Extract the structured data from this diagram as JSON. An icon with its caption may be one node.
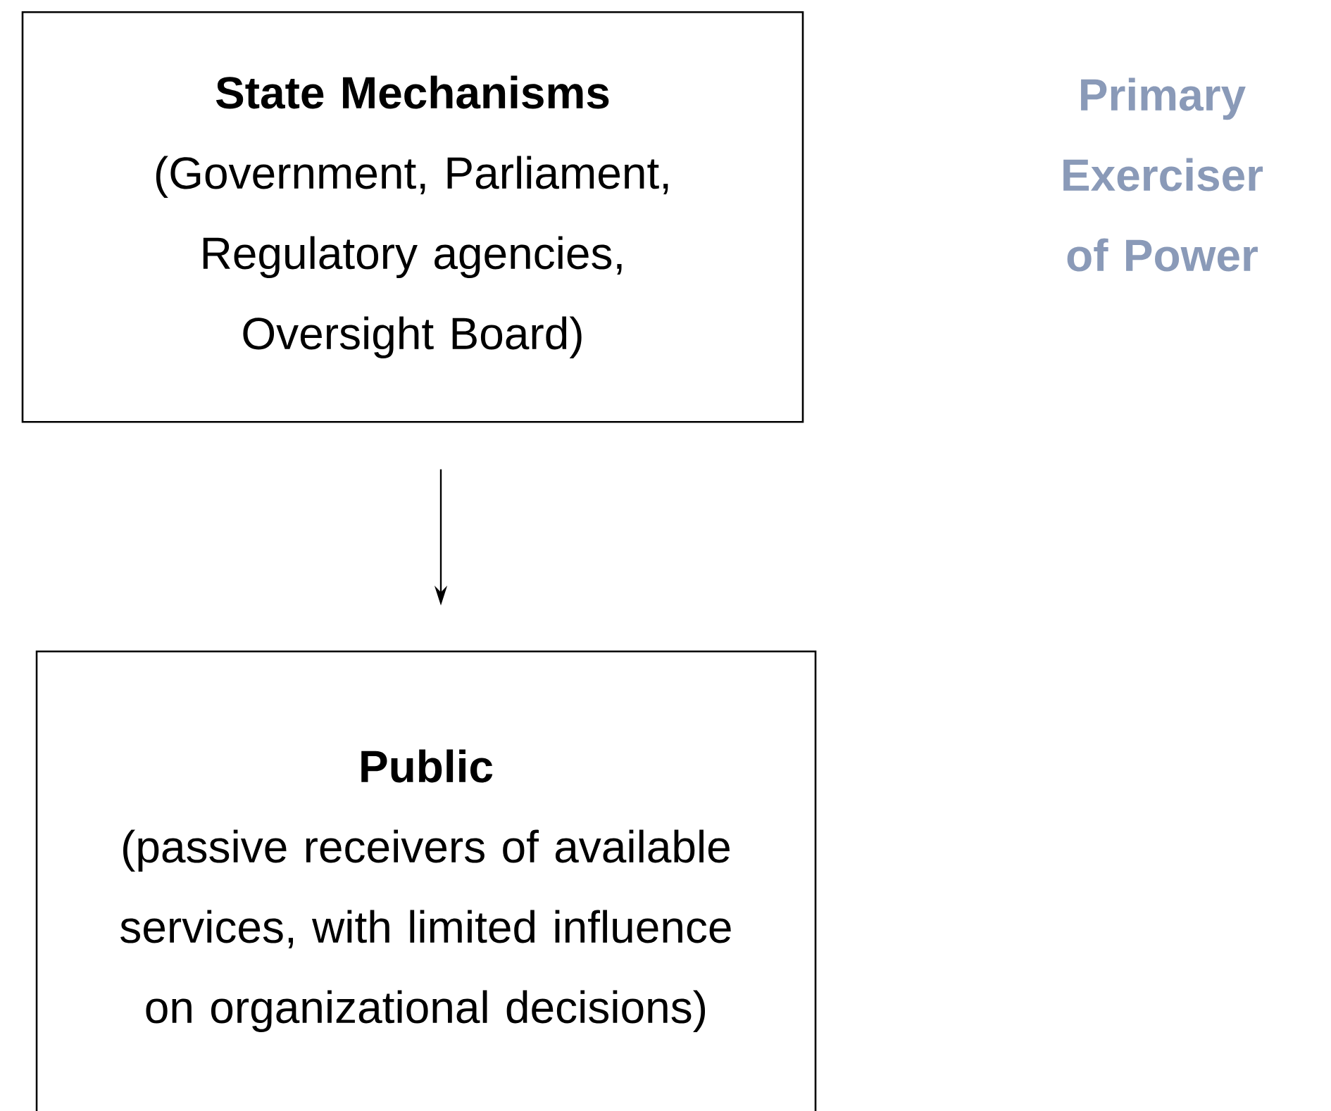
{
  "diagram": {
    "nodes": [
      {
        "text": [
          "State Mechanisms",
          "(Government, Parliament, Regulatory agencies, Oversight Board)"
        ]
      },
      {
        "text": [
          "Public",
          "(passive receivers of available services, with limited influence on organizational decisions)"
        ]
      }
    ],
    "edges": [
      {
        "from": 0,
        "to": 1,
        "arrow": "to"
      }
    ],
    "labels": [
      "Primary Exerciser of Power"
    ]
  }
}
